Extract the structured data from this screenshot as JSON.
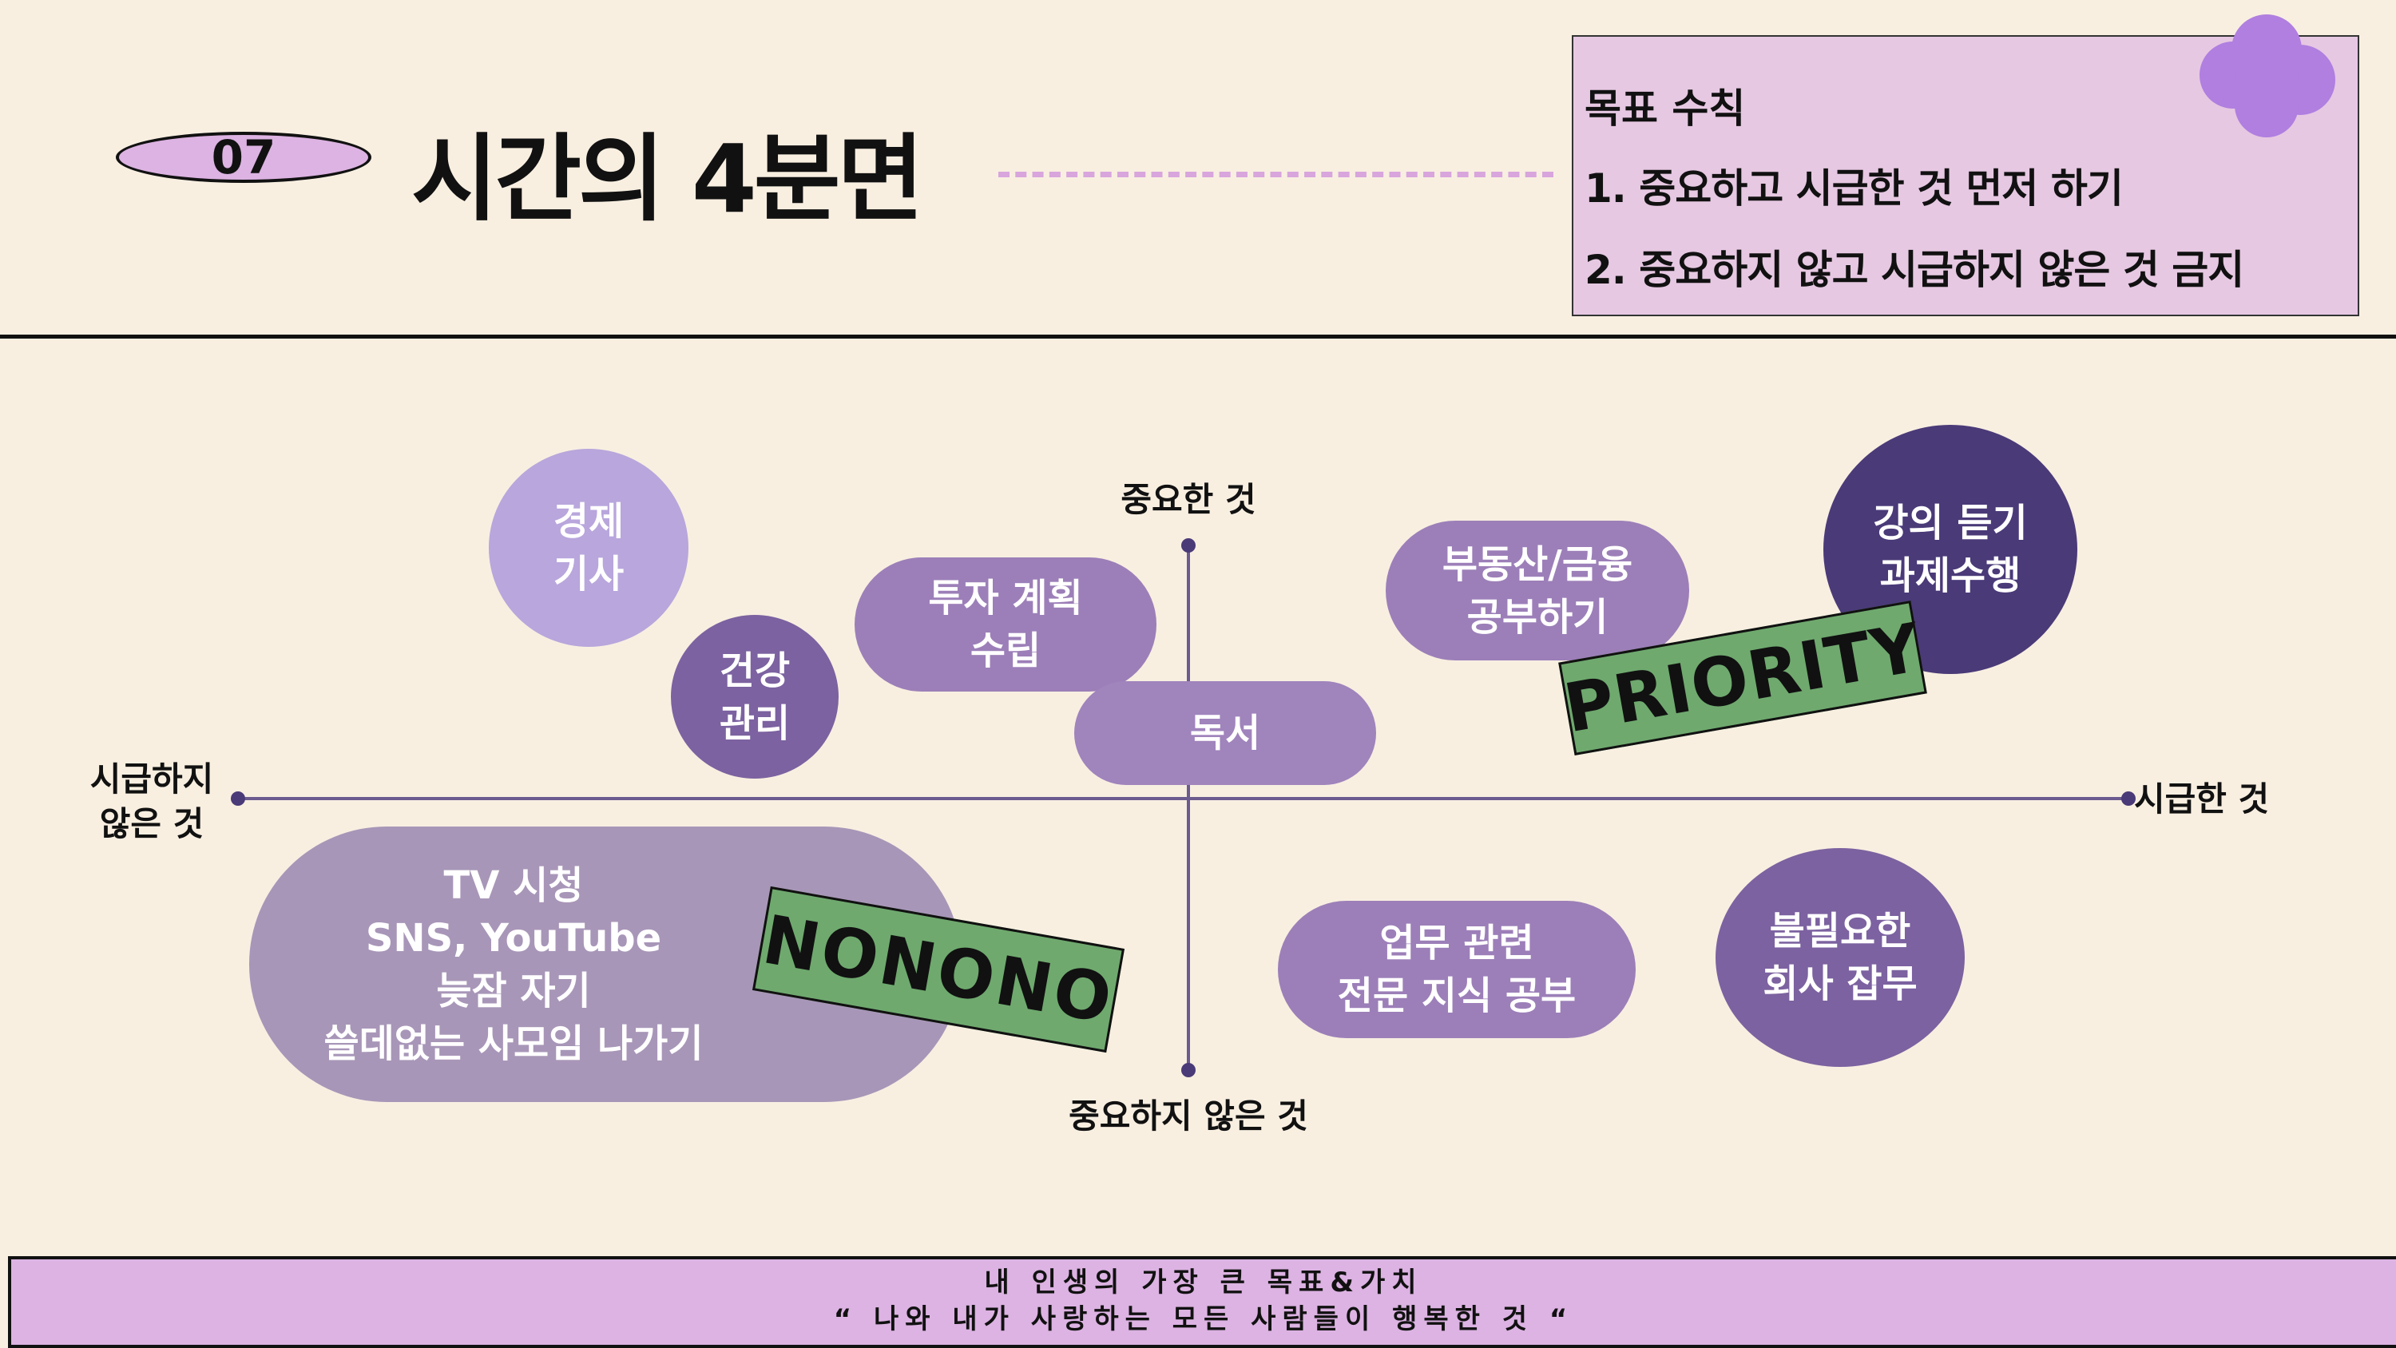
{
  "header": {
    "badge": "07",
    "title": "시간의 4분면"
  },
  "rules": {
    "heading": "목표 수칙",
    "items": [
      "1. 중요하고 시급한 것 먼저 하기",
      "2. 중요하지 않고 시급하지 않은 것 금지"
    ]
  },
  "axes": {
    "top": "중요한 것",
    "bottom": "중요하지 않은 것",
    "left_line1": "시급하지",
    "left_line2": "않은 것",
    "right": "시급한 것"
  },
  "bubbles": {
    "economy": [
      "경제",
      "기사"
    ],
    "health": [
      "건강",
      "관리"
    ],
    "invest": [
      "투자 계획",
      "수립"
    ],
    "reading": [
      "독서"
    ],
    "realestate": [
      "부동산/금융",
      "공부하기"
    ],
    "lecture": [
      "강의 듣기",
      "과제수행"
    ],
    "waste": [
      "TV 시청",
      "SNS, YouTube",
      "늦잠 자기",
      "쓸데없는 사모임 나가기"
    ],
    "work": [
      "업무 관련",
      "전문 지식 공부"
    ],
    "chores": [
      "불필요한",
      "회사 잡무"
    ]
  },
  "stamps": {
    "priority": "PRIORITY",
    "nonono": "NONONO"
  },
  "footer": {
    "line1": "내 인생의 가장 큰 목표&가치",
    "line2": "“ 나와 내가 사랑하는 모든 사람들이 행복한 것 “"
  },
  "colors": {
    "background": "#f8efe1",
    "badge": "#dcb3e2",
    "rules_box": "#e6c8e2",
    "flower": "#b07fe0",
    "light_purple": "#b8a6dc",
    "mid_purple": "#9c7fb8",
    "dark_purple": "#7c62a0",
    "deep_purple": "#4a3a78",
    "gray_purple": "#a896b8",
    "stamp_green": "#6fa96e",
    "axis": "#6b5b8e"
  }
}
